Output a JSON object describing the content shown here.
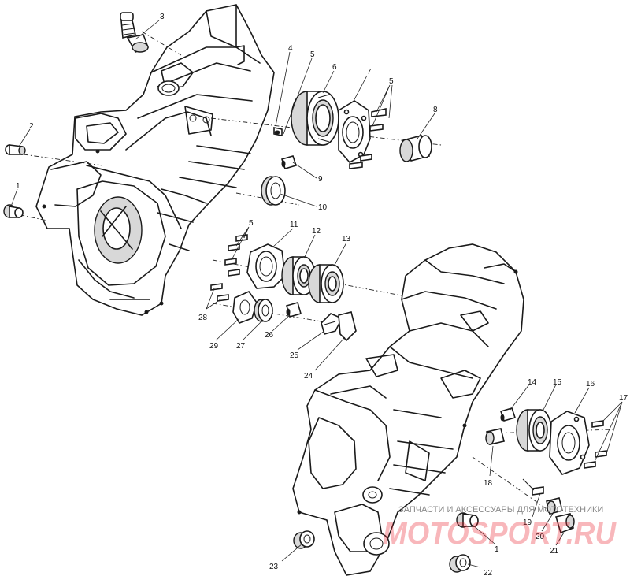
{
  "callouts": [
    "1",
    "2",
    "3",
    "4",
    "5",
    "6",
    "7",
    "5",
    "8",
    "9",
    "10",
    "5",
    "11",
    "12",
    "13",
    "28",
    "29",
    "27",
    "26",
    "25",
    "24",
    "14",
    "15",
    "16",
    "17",
    "18",
    "1",
    "19",
    "20",
    "21",
    "22",
    "23"
  ],
  "watermark": {
    "caption": "ЗАПЧАСТИ И АКСЕССУАРЫ ДЛЯ МОТОТЕХНИКИ",
    "logo": "MOTOSPORT.RU"
  },
  "colors": {
    "ink": "#1a1a1a",
    "watermark_red": "#e8202a",
    "background": "#ffffff"
  }
}
